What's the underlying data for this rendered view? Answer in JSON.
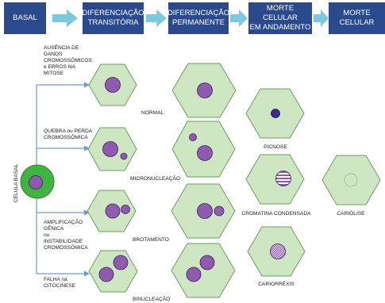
{
  "stages": [
    {
      "label": "BASAL"
    },
    {
      "label": "DIFERENCIAÇÃO\nTRANSITÓRIA"
    },
    {
      "label": "DIFERENCIAÇÃO\nPERMANENTE"
    },
    {
      "label": "MORTE CELULAR\nEM ANDAMENTO"
    },
    {
      "label": "MORTE CELULAR"
    }
  ],
  "basal_cell_label": "CÉLULA BASAL",
  "branch_labels": [
    "AUSÊNCIA DE\nDANOS\nCROMOSSÔMICOS\ne ERROS NA\nMITOSE",
    "QUEBRA ou PERDA\nCROMOSSÔMICA",
    "AMPLIFICAÇÃO\nGÊNICA\nou\nINSTABILIDADE\nCROMOSSÔMICA",
    "FALHA na\nCITOCINESE"
  ],
  "outcome_labels": {
    "normal": "NORMAL",
    "micronucleation": "MICRONUCLEAÇÃO",
    "budding": "BROTAMENTO",
    "binucleation": "BINUCLEAÇÃO"
  },
  "death_labels": {
    "pyknosis": "PICNOSE",
    "condensed_chromatin": "CROMATINA CONDENSADA",
    "karyolysis": "CARIÓLISE",
    "karyorrhexis": "CARIORRÉXIS"
  },
  "colors": {
    "stage_box": "#2b4a8e",
    "stage_arrow": "#7cc8dd",
    "cell_fill": "#cfe6c2",
    "cell_stroke": "#6aa05c",
    "nucleus_fill": "#8e5bb0",
    "nucleus_stroke": "#3d1f56",
    "basal_fill": "#3fb43f",
    "connector": "#6d9ad3",
    "pyknotic_nucleus": "#3d2a8c"
  }
}
